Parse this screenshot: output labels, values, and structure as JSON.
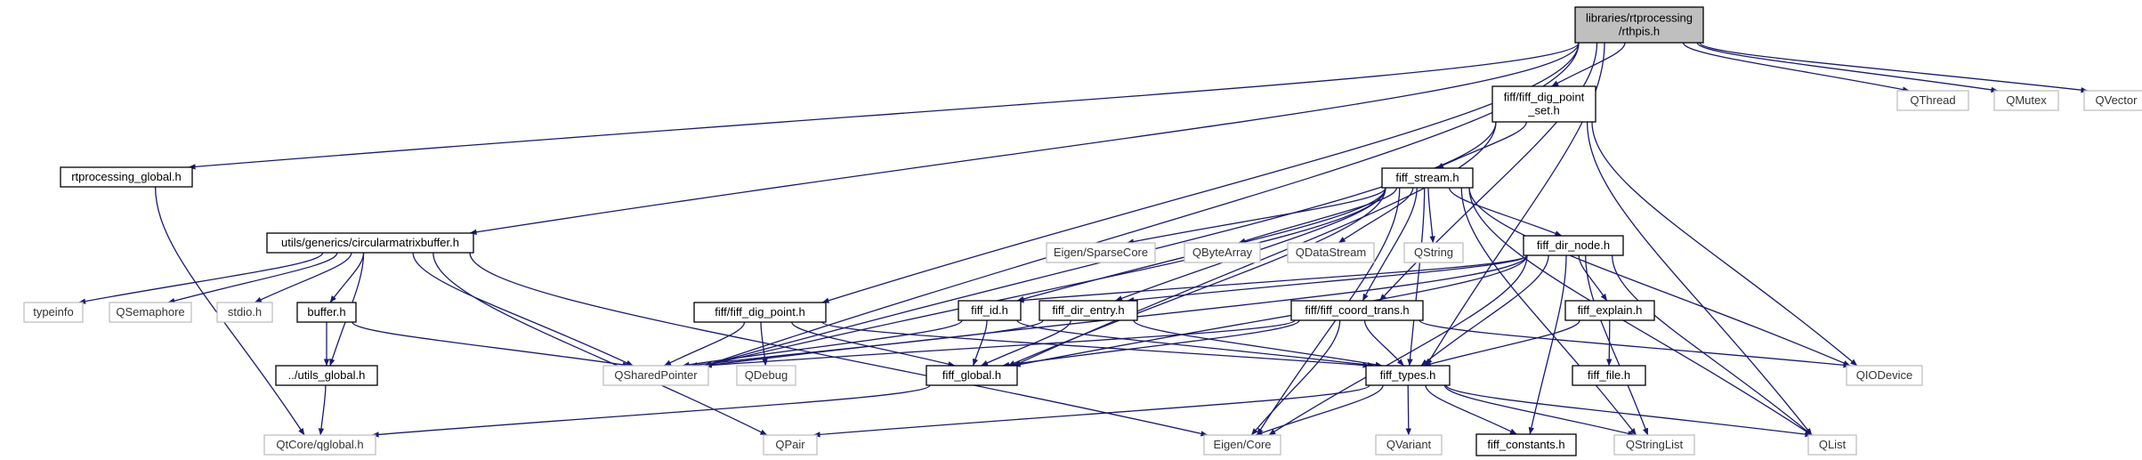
{
  "graph": {
    "colors": {
      "edge": "#191970",
      "root_fill": "#bfbfbf",
      "node_border": "#000000",
      "external_border": "#bfbfbf",
      "text": "#000000"
    },
    "nodes": [
      {
        "id": "rthpis",
        "lines": [
          "libraries/rtprocessing",
          "/rthpis.h"
        ],
        "kind": "root"
      },
      {
        "id": "fiff_dig_point_set",
        "lines": [
          "fiff/fiff_dig_point",
          "_set.h"
        ],
        "kind": "header"
      },
      {
        "id": "qthread",
        "lines": [
          "QThread"
        ],
        "kind": "external"
      },
      {
        "id": "qmutex",
        "lines": [
          "QMutex"
        ],
        "kind": "external"
      },
      {
        "id": "qvector",
        "lines": [
          "QVector"
        ],
        "kind": "external"
      },
      {
        "id": "rtprocessing_global",
        "lines": [
          "rtprocessing_global.h"
        ],
        "kind": "header"
      },
      {
        "id": "fiff_stream",
        "lines": [
          "fiff_stream.h"
        ],
        "kind": "header"
      },
      {
        "id": "circularmatrixbuffer",
        "lines": [
          "utils/generics/circularmatrixbuffer.h"
        ],
        "kind": "header"
      },
      {
        "id": "eigen_sparsecore",
        "lines": [
          "Eigen/SparseCore"
        ],
        "kind": "external"
      },
      {
        "id": "qbytearray",
        "lines": [
          "QByteArray"
        ],
        "kind": "external"
      },
      {
        "id": "qdatastream",
        "lines": [
          "QDataStream"
        ],
        "kind": "external"
      },
      {
        "id": "qstring",
        "lines": [
          "QString"
        ],
        "kind": "external"
      },
      {
        "id": "fiff_dir_node",
        "lines": [
          "fiff_dir_node.h"
        ],
        "kind": "header"
      },
      {
        "id": "typeinfo",
        "lines": [
          "typeinfo"
        ],
        "kind": "external"
      },
      {
        "id": "qsemaphore",
        "lines": [
          "QSemaphore"
        ],
        "kind": "external"
      },
      {
        "id": "stdio",
        "lines": [
          "stdio.h"
        ],
        "kind": "external"
      },
      {
        "id": "buffer",
        "lines": [
          "buffer.h"
        ],
        "kind": "header"
      },
      {
        "id": "fiff_dig_point",
        "lines": [
          "fiff/fiff_dig_point.h"
        ],
        "kind": "header"
      },
      {
        "id": "fiff_id",
        "lines": [
          "fiff_id.h"
        ],
        "kind": "header"
      },
      {
        "id": "fiff_dir_entry",
        "lines": [
          "fiff_dir_entry.h"
        ],
        "kind": "header"
      },
      {
        "id": "fiff_coord_trans",
        "lines": [
          "fiff/fiff_coord_trans.h"
        ],
        "kind": "header"
      },
      {
        "id": "fiff_explain",
        "lines": [
          "fiff_explain.h"
        ],
        "kind": "header"
      },
      {
        "id": "qsharedpointer",
        "lines": [
          "QSharedPointer"
        ],
        "kind": "external"
      },
      {
        "id": "qdebug",
        "lines": [
          "QDebug"
        ],
        "kind": "external"
      },
      {
        "id": "utils_global",
        "lines": [
          "../utils_global.h"
        ],
        "kind": "header"
      },
      {
        "id": "fiff_global",
        "lines": [
          "fiff_global.h"
        ],
        "kind": "header"
      },
      {
        "id": "fiff_types",
        "lines": [
          "fiff_types.h"
        ],
        "kind": "header"
      },
      {
        "id": "fiff_file",
        "lines": [
          "fiff_file.h"
        ],
        "kind": "header"
      },
      {
        "id": "qiodevice",
        "lines": [
          "QIODevice"
        ],
        "kind": "external"
      },
      {
        "id": "qtcore_qglobal",
        "lines": [
          "QtCore/qglobal.h"
        ],
        "kind": "external"
      },
      {
        "id": "qpair",
        "lines": [
          "QPair"
        ],
        "kind": "external"
      },
      {
        "id": "eigen_core",
        "lines": [
          "Eigen/Core"
        ],
        "kind": "external"
      },
      {
        "id": "qvariant",
        "lines": [
          "QVariant"
        ],
        "kind": "external"
      },
      {
        "id": "fiff_constants",
        "lines": [
          "fiff_constants.h"
        ],
        "kind": "header"
      },
      {
        "id": "qstringlist",
        "lines": [
          "QStringList"
        ],
        "kind": "external"
      },
      {
        "id": "qlist",
        "lines": [
          "QList"
        ],
        "kind": "external"
      }
    ],
    "edges": [
      [
        "rthpis",
        "fiff_dig_point_set"
      ],
      [
        "rthpis",
        "qthread"
      ],
      [
        "rthpis",
        "qmutex"
      ],
      [
        "rthpis",
        "qvector"
      ],
      [
        "rthpis",
        "rtprocessing_global"
      ],
      [
        "rthpis",
        "circularmatrixbuffer"
      ],
      [
        "rthpis",
        "qsharedpointer"
      ],
      [
        "rthpis",
        "fiff_dig_point"
      ],
      [
        "rthpis",
        "fiff_types"
      ],
      [
        "rthpis",
        "fiff_coord_trans"
      ],
      [
        "fiff_dig_point_set",
        "fiff_stream"
      ],
      [
        "fiff_dig_point_set",
        "qsharedpointer"
      ],
      [
        "fiff_dig_point_set",
        "fiff_global"
      ],
      [
        "fiff_dig_point_set",
        "qiodevice"
      ],
      [
        "fiff_dig_point_set",
        "qlist"
      ],
      [
        "rtprocessing_global",
        "qtcore_qglobal"
      ],
      [
        "fiff_stream",
        "qsharedpointer"
      ],
      [
        "fiff_stream",
        "eigen_sparsecore"
      ],
      [
        "fiff_stream",
        "qbytearray"
      ],
      [
        "fiff_stream",
        "qdatastream"
      ],
      [
        "fiff_stream",
        "qstring"
      ],
      [
        "fiff_stream",
        "fiff_dir_node"
      ],
      [
        "fiff_stream",
        "fiff_id"
      ],
      [
        "fiff_stream",
        "fiff_dir_entry"
      ],
      [
        "fiff_stream",
        "fiff_global"
      ],
      [
        "fiff_stream",
        "fiff_types"
      ],
      [
        "fiff_stream",
        "qiodevice"
      ],
      [
        "fiff_stream",
        "qlist"
      ],
      [
        "fiff_stream",
        "qstringlist"
      ],
      [
        "fiff_stream",
        "eigen_core"
      ],
      [
        "fiff_stream",
        "fiff_coord_trans"
      ],
      [
        "circularmatrixbuffer",
        "typeinfo"
      ],
      [
        "circularmatrixbuffer",
        "qsemaphore"
      ],
      [
        "circularmatrixbuffer",
        "stdio"
      ],
      [
        "circularmatrixbuffer",
        "buffer"
      ],
      [
        "circularmatrixbuffer",
        "utils_global"
      ],
      [
        "circularmatrixbuffer",
        "qsharedpointer"
      ],
      [
        "circularmatrixbuffer",
        "qpair"
      ],
      [
        "circularmatrixbuffer",
        "eigen_core"
      ],
      [
        "fiff_dir_node",
        "fiff_id"
      ],
      [
        "fiff_dir_node",
        "fiff_dir_entry"
      ],
      [
        "fiff_dir_node",
        "fiff_explain"
      ],
      [
        "fiff_dir_node",
        "fiff_types"
      ],
      [
        "fiff_dir_node",
        "fiff_global"
      ],
      [
        "fiff_dir_node",
        "qsharedpointer"
      ],
      [
        "fiff_dir_node",
        "eigen_core"
      ],
      [
        "fiff_dir_node",
        "qstringlist"
      ],
      [
        "fiff_dir_node",
        "qlist"
      ],
      [
        "fiff_dir_node",
        "fiff_constants"
      ],
      [
        "buffer",
        "utils_global"
      ],
      [
        "buffer",
        "qsharedpointer"
      ],
      [
        "fiff_dig_point",
        "qsharedpointer"
      ],
      [
        "fiff_dig_point",
        "qdebug"
      ],
      [
        "fiff_dig_point",
        "fiff_global"
      ],
      [
        "fiff_dig_point",
        "fiff_types"
      ],
      [
        "fiff_id",
        "qsharedpointer"
      ],
      [
        "fiff_id",
        "fiff_global"
      ],
      [
        "fiff_id",
        "fiff_types"
      ],
      [
        "fiff_dir_entry",
        "qsharedpointer"
      ],
      [
        "fiff_dir_entry",
        "fiff_global"
      ],
      [
        "fiff_dir_entry",
        "fiff_types"
      ],
      [
        "fiff_coord_trans",
        "qsharedpointer"
      ],
      [
        "fiff_coord_trans",
        "fiff_global"
      ],
      [
        "fiff_coord_trans",
        "fiff_types"
      ],
      [
        "fiff_coord_trans",
        "eigen_core"
      ],
      [
        "fiff_coord_trans",
        "qiodevice"
      ],
      [
        "fiff_explain",
        "fiff_types"
      ],
      [
        "fiff_explain",
        "fiff_file"
      ],
      [
        "utils_global",
        "qtcore_qglobal"
      ],
      [
        "fiff_global",
        "qtcore_qglobal"
      ],
      [
        "fiff_types",
        "qpair"
      ],
      [
        "fiff_types",
        "eigen_core"
      ],
      [
        "fiff_types",
        "qvariant"
      ],
      [
        "fiff_types",
        "fiff_constants"
      ],
      [
        "fiff_types",
        "qstringlist"
      ],
      [
        "fiff_types",
        "qlist"
      ]
    ]
  }
}
